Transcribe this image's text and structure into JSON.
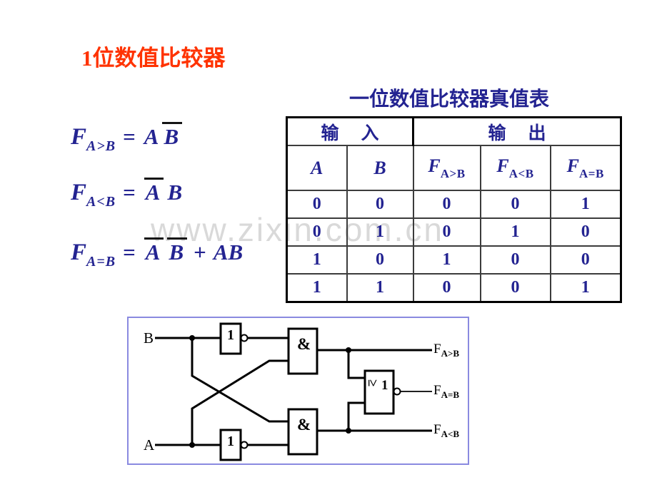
{
  "page": {
    "title": "1位数值比较器"
  },
  "watermark": "www.zixin.com.cn",
  "truth_table": {
    "title": "一位数值比较器真值表",
    "group_headers": {
      "input": "输 入",
      "output": "输 出"
    },
    "col_headers": {
      "a": "A",
      "b": "B",
      "f_gt": {
        "main": "F",
        "sub": "A>B"
      },
      "f_lt": {
        "main": "F",
        "sub": "A<B"
      },
      "f_eq": {
        "main": "F",
        "sub": "A=B"
      }
    },
    "rows": [
      [
        "0",
        "0",
        "0",
        "0",
        "1"
      ],
      [
        "0",
        "1",
        "0",
        "1",
        "0"
      ],
      [
        "1",
        "0",
        "1",
        "0",
        "0"
      ],
      [
        "1",
        "1",
        "0",
        "0",
        "1"
      ]
    ]
  },
  "formulas": {
    "gt": {
      "f": "F",
      "sub": "A>B",
      "eq": "=",
      "a": "A",
      "b": "B"
    },
    "lt": {
      "f": "F",
      "sub": "A<B",
      "eq": "=",
      "a": "A",
      "b": "B"
    },
    "eq": {
      "f": "F",
      "sub": "A=B",
      "eq": "=",
      "a": "A",
      "b": "B",
      "plus": "+",
      "ab": "AB"
    }
  },
  "circuit": {
    "input_b": "B",
    "input_a": "A",
    "not_gate_label": "1",
    "and_gate_label": "&",
    "or_gate_sign": "≥",
    "or_gate_one": "1",
    "outputs": {
      "gt": {
        "main": "F",
        "sub": "A>B"
      },
      "eq": {
        "main": "F",
        "sub": "A=B"
      },
      "lt": {
        "main": "F",
        "sub": "A<B"
      }
    }
  },
  "colors": {
    "navy": "#232391",
    "red": "#FF3300",
    "watermark": "#D9D9D9",
    "circuit_border": "#8A8AE0"
  }
}
